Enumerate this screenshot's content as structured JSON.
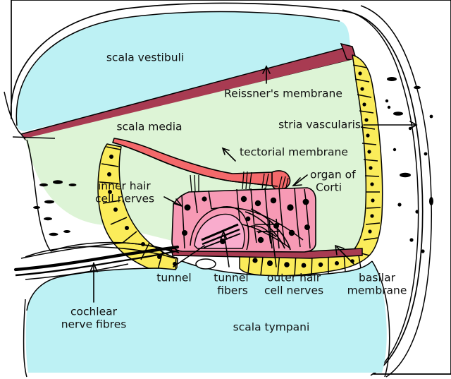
{
  "figure": {
    "subject": "cochlea-cross-section",
    "background_color": "#ffffff"
  },
  "colors": {
    "perilymph_blue": "#bdf1f4",
    "endolymph_green": "#ddf4d6",
    "membrane_dark_red": "#a83b52",
    "tectorial_red": "#f4696b",
    "organ_of_corti_pink": "#f79ab5",
    "epithelium_yellow": "#fbec5a",
    "bone_white": "#ffffff",
    "outline_black": "#000000",
    "label_text": "#111111"
  },
  "labels": {
    "scala_vestibuli": "scala vestibuli",
    "scala_media": "scala media",
    "scala_tympani": "scala tympani",
    "reissners_membrane": "Reissner's membrane",
    "stria_vascularis": "stria vascularis",
    "tectorial_membrane": "tectorial membrane",
    "organ_of_corti_line1": "organ of",
    "organ_of_corti_line2": "Corti",
    "inner_hair_line1": "inner hair",
    "inner_hair_line2": "cell nerves",
    "tunnel": "tunnel",
    "tunnel_fibers_line1": "tunnel",
    "tunnel_fibers_line2": "fibers",
    "outer_hair_line1": "outer hair",
    "outer_hair_line2": "cell nerves",
    "basilar_line1": "basilar",
    "basilar_line2": "membrane",
    "cochlear_nerve_line1": "cochlear",
    "cochlear_nerve_line2": "nerve fibres"
  },
  "structures": [
    {
      "name": "scala vestibuli",
      "kind": "fluid-chamber",
      "fill": "#bdf1f4"
    },
    {
      "name": "scala media",
      "kind": "fluid-chamber",
      "fill": "#ddf4d6"
    },
    {
      "name": "scala tympani",
      "kind": "fluid-chamber",
      "fill": "#bdf1f4"
    },
    {
      "name": "Reissner's membrane",
      "kind": "membrane",
      "fill": "#a83b52"
    },
    {
      "name": "stria vascularis",
      "kind": "epithelium",
      "fill": "#fbec5a"
    },
    {
      "name": "tectorial membrane",
      "kind": "membrane",
      "fill": "#f4696b"
    },
    {
      "name": "organ of Corti",
      "kind": "sensory-epithelium",
      "fill": "#f79ab5"
    },
    {
      "name": "basilar membrane",
      "kind": "membrane",
      "fill": "#a83b52"
    },
    {
      "name": "cochlear nerve fibres",
      "kind": "nerve-bundle",
      "fill": "#000000"
    },
    {
      "name": "inner hair cell nerves",
      "kind": "nerve",
      "fill": "#000000"
    },
    {
      "name": "outer hair cell nerves",
      "kind": "nerve",
      "fill": "#000000"
    },
    {
      "name": "tunnel",
      "kind": "space",
      "fill": "#f79ab5"
    },
    {
      "name": "tunnel fibers",
      "kind": "nerve",
      "fill": "#000000"
    }
  ]
}
